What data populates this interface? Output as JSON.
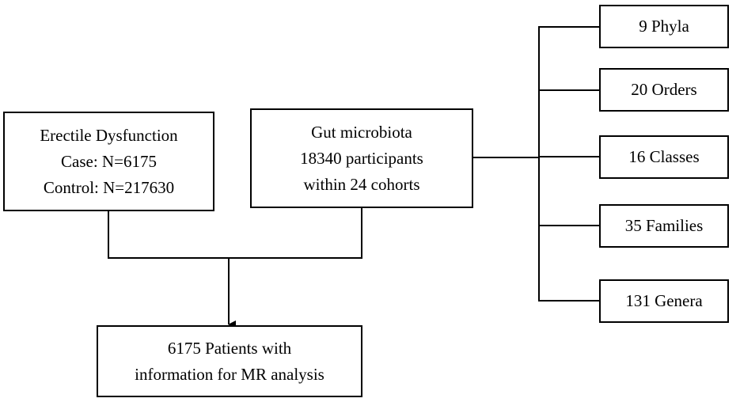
{
  "diagram": {
    "ed_box": {
      "line1": "Erectile Dysfunction",
      "line2": "Case: N=6175",
      "line3": "Control: N=217630"
    },
    "gut_box": {
      "line1": "Gut microbiota",
      "line2": "18340 participants",
      "line3": "within 24 cohorts"
    },
    "result_box": {
      "line1": "6175 Patients with",
      "line2": "information for MR analysis"
    },
    "taxa": [
      {
        "label": "9 Phyla"
      },
      {
        "label": "20 Orders"
      },
      {
        "label": "16 Classes"
      },
      {
        "label": "35 Families"
      },
      {
        "label": "131 Genera"
      }
    ]
  }
}
